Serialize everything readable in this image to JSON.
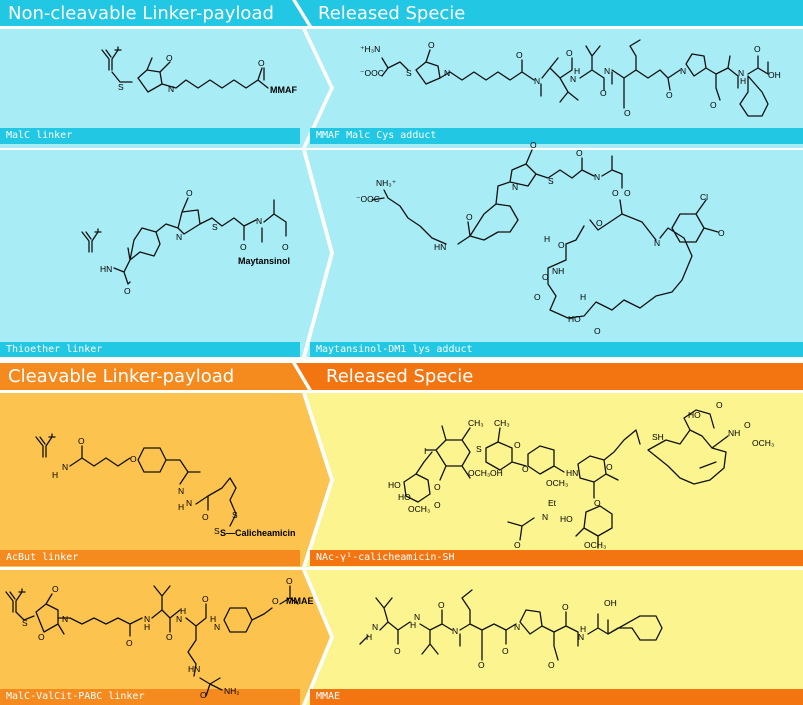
{
  "colors": {
    "cyan_header": "#21c7e3",
    "cyan_panel": "#a8ecf6",
    "orange_header": "#f58a1f",
    "orange_header_right": "#f37512",
    "orange_panel": "#fcc44e",
    "yellow_panel": "#fbf48f"
  },
  "sections": [
    {
      "left_title": "Non-cleavable Linker-payload",
      "right_title": "Released Specie"
    },
    {
      "left_title": "Cleavable Linker-payload",
      "right_title": "Released Specie"
    }
  ],
  "rows": [
    {
      "left_label": "MalC linker",
      "right_label": "MMAF Malc Cys adduct",
      "payload": "MMAF"
    },
    {
      "left_label": "Thioether linker",
      "right_label": "Maytansinol-DM1 lys adduct",
      "payload": "Maytansinol"
    },
    {
      "left_label": "AcBut linker",
      "right_label": "NAc-γ¹-calicheamicin-SH",
      "payload": "S—Calicheamicin"
    },
    {
      "left_label": "MalC-ValCit-PABC linker",
      "right_label": "MMAE",
      "payload": "MMAE"
    }
  ],
  "atoms": {
    "o": "O",
    "n": "N",
    "s": "S",
    "h": "H",
    "nh": "NH",
    "hn": "HN",
    "oh": "OH",
    "ho": "HO",
    "nh3": "⁺H₃N",
    "coo": "⁻OOC",
    "nh3b": "NH₃⁺",
    "cooh": "OH",
    "cl": "Cl",
    "i": "I",
    "ch3": "CH₃",
    "och3": "OCH₃",
    "et": "Et",
    "sh": "SH",
    "nh2": "NH₂"
  }
}
